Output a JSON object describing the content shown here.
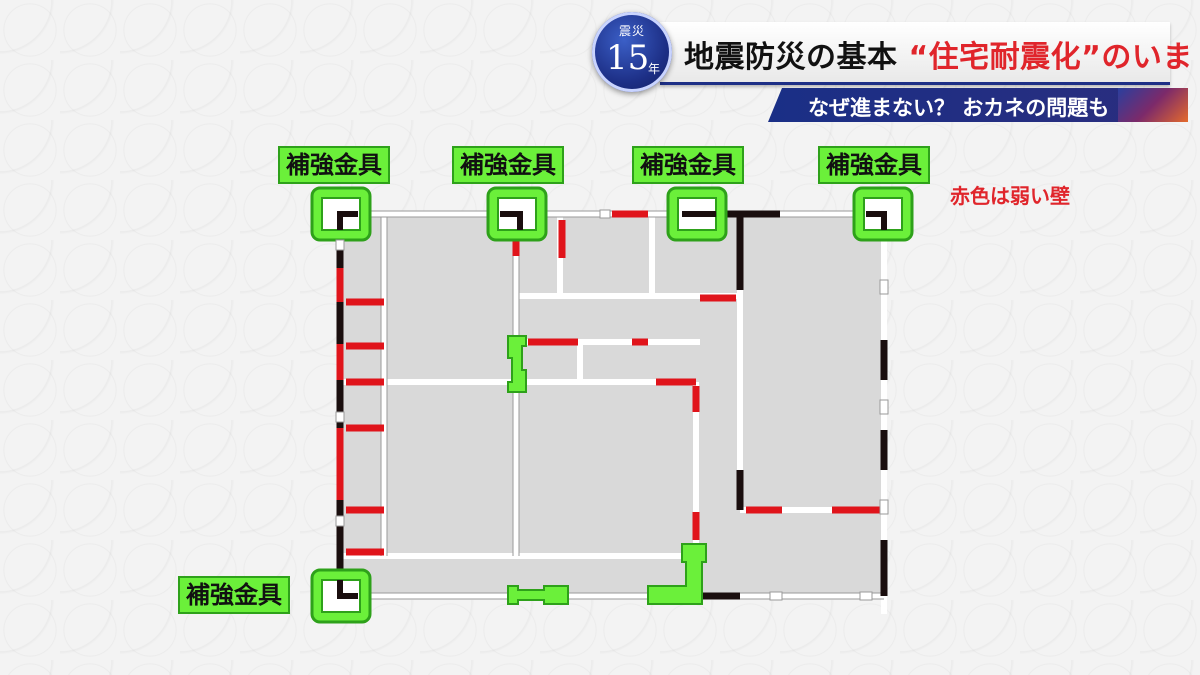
{
  "header": {
    "logo": {
      "top": "震災",
      "number": "15",
      "suffix": "年"
    },
    "title_prefix": "地震防災の基本",
    "title_highlight": "“住宅耐震化”",
    "title_suffix": "のいま",
    "subtitle": "なぜ進まない？ おカネの問題も"
  },
  "callouts": [
    {
      "label": "補強金具"
    },
    {
      "label": "補強金具"
    },
    {
      "label": "補強金具"
    },
    {
      "label": "補強金具"
    },
    {
      "label": "補強金具"
    }
  ],
  "legend_note": "赤色は弱い壁",
  "colors": {
    "weak_wall": "#e0141b",
    "wall": "#1a0e0e",
    "bracket": "#6bf03a",
    "title_accent": "#e0252b",
    "banner_navy": "#1d2f86"
  }
}
